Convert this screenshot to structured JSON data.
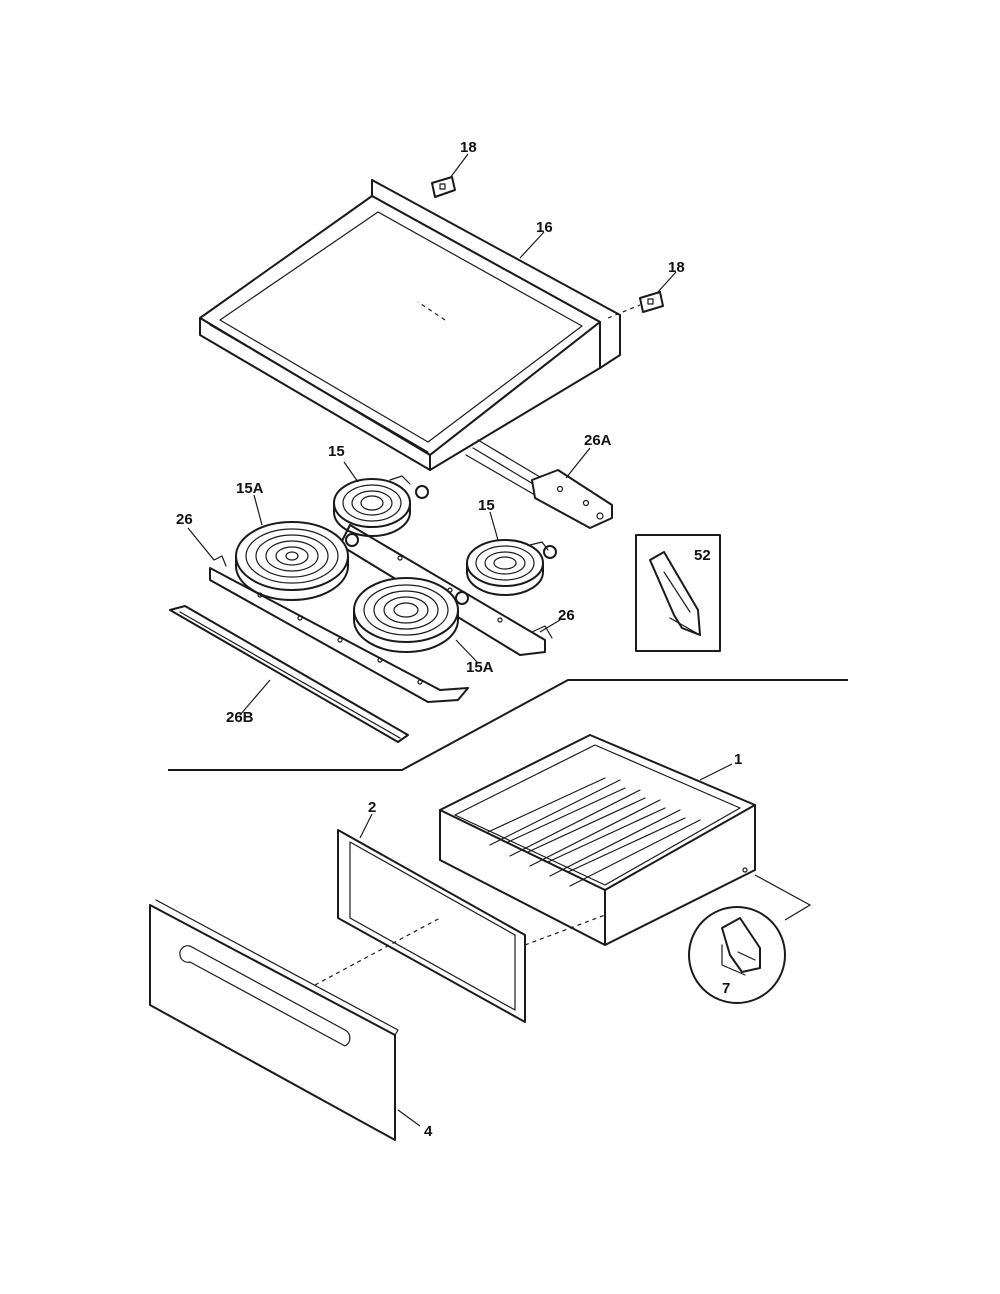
{
  "labels": {
    "l18a": "18",
    "l16": "16",
    "l18b": "18",
    "l26a": "26A",
    "l15a_top": "15",
    "l15A_left": "15A",
    "l26_left": "26",
    "l15_right": "15",
    "l52": "52",
    "l26_right": "26",
    "l15A_bottom": "15A",
    "l26b": "26B",
    "l1": "1",
    "l2": "2",
    "l7": "7",
    "l4": "4"
  },
  "colors": {
    "line": "#1a1a1a",
    "background": "#ffffff"
  }
}
